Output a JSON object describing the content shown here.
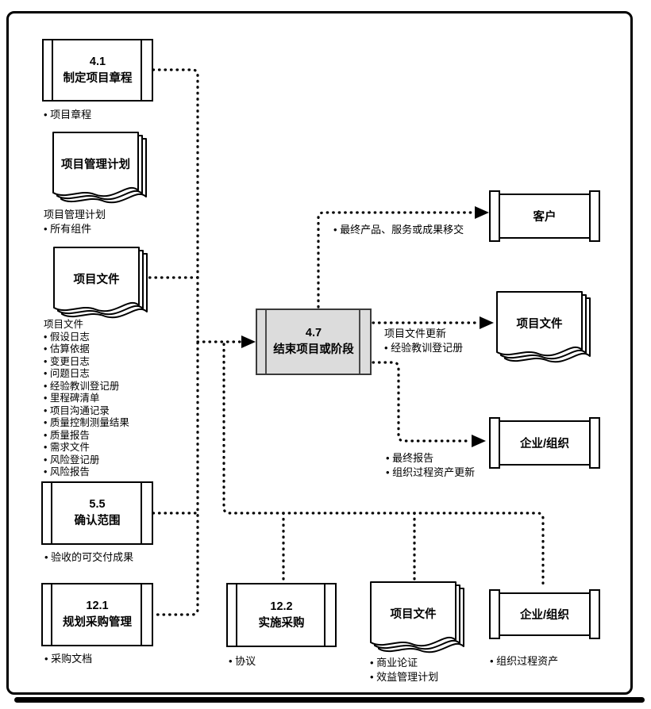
{
  "colors": {
    "highlight_process_fill": "#dcdcdc",
    "shape_stroke": "#000000",
    "background": "#ffffff"
  },
  "processes": {
    "p41": {
      "code": "4.1",
      "name": "制定项目章程"
    },
    "p55": {
      "code": "5.5",
      "name": "确认范围"
    },
    "p121": {
      "code": "12.1",
      "name": "规划采购管理"
    },
    "p47": {
      "code": "4.7",
      "name": "结束项目或阶段"
    },
    "p122": {
      "code": "12.2",
      "name": "实施采购"
    }
  },
  "entities": {
    "customer": {
      "name": "客户"
    },
    "org_right": {
      "name": "企业/组织"
    },
    "org_bottom": {
      "name": "企业/组织"
    }
  },
  "documents": {
    "pm_plan": {
      "name": "项目管理计划"
    },
    "proj_docs_left": {
      "name": "项目文件"
    },
    "proj_docs_right": {
      "name": "项目文件"
    },
    "proj_docs_bottom": {
      "name": "项目文件"
    }
  },
  "captions": {
    "p41_out": "• 项目章程",
    "pm_plan_header": "项目管理计划",
    "pm_plan_item": "• 所有组件",
    "proj_docs_header": "项目文件",
    "proj_docs_items": [
      "• 假设日志",
      "• 估算依据",
      "• 变更日志",
      "• 问题日志",
      "• 经验教训登记册",
      "• 里程碑清单",
      "• 项目沟通记录",
      "• 质量控制测量结果",
      "• 质量报告",
      "• 需求文件",
      "• 风险登记册",
      "• 风险报告"
    ],
    "p55_out": "• 验收的可交付成果",
    "p121_out": "• 采购文档",
    "to_customer": "• 最终产品、服务或成果移交",
    "to_proj_docs_line1": "项目文件更新",
    "to_proj_docs_line2": "• 经验教训登记册",
    "to_org_line1": "• 最终报告",
    "to_org_line2": "• 组织过程资产更新",
    "p122_out": "• 协议",
    "proj_docs_bottom_item1": "• 商业论证",
    "proj_docs_bottom_item2": "• 效益管理计划",
    "org_bottom_out": "• 组织过程资产"
  }
}
